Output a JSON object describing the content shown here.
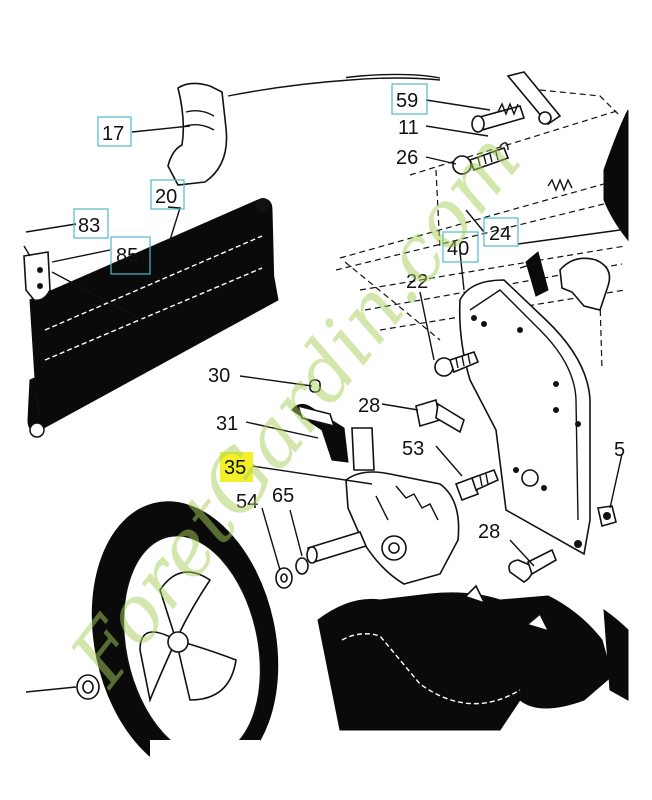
{
  "callouts": {
    "c17": "17",
    "c20": "20",
    "c83": "83",
    "c85": "85",
    "c59": "59",
    "c11": "11",
    "c26": "26",
    "c24": "24",
    "c40": "40",
    "c22": "22",
    "c30": "30",
    "c31": "31",
    "c28a": "28",
    "c53": "53",
    "c35": "35",
    "c54": "54",
    "c65": "65",
    "c28b": "28",
    "c5": "5"
  },
  "watermark": "ForetGardin.com",
  "colors": {
    "highlight": "#f3f02a",
    "callout_box": "#4fb9c8",
    "watermark": "#a8cf5c"
  }
}
